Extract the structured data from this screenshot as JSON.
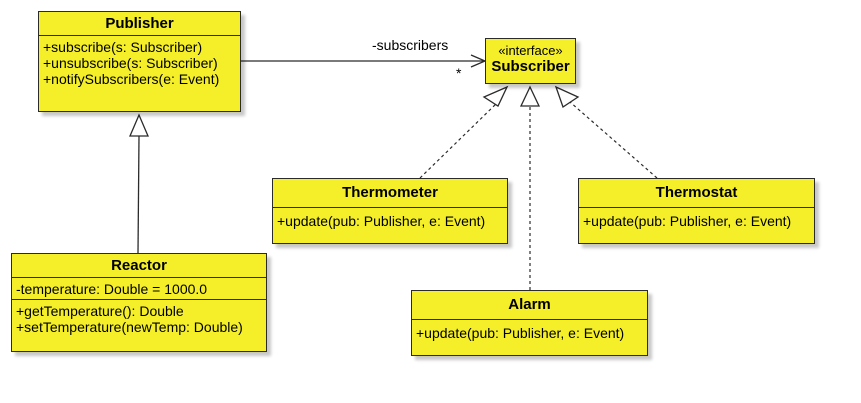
{
  "classes": {
    "publisher": {
      "name": "Publisher",
      "methods": [
        "+subscribe(s: Subscriber)",
        "+unsubscribe(s: Subscriber)",
        "+notifySubscribers(e: Event)"
      ]
    },
    "subscriber": {
      "stereotype": "«interface»",
      "name": "Subscriber"
    },
    "reactor": {
      "name": "Reactor",
      "attributes": [
        "-temperature: Double = 1000.0"
      ],
      "methods": [
        "+getTemperature(): Double",
        "+setTemperature(newTemp: Double)"
      ]
    },
    "thermometer": {
      "name": "Thermometer",
      "methods": [
        "+update(pub: Publisher, e: Event)"
      ]
    },
    "thermostat": {
      "name": "Thermostat",
      "methods": [
        "+update(pub: Publisher, e: Event)"
      ]
    },
    "alarm": {
      "name": "Alarm",
      "methods": [
        "+update(pub: Publisher, e: Event)"
      ]
    }
  },
  "relations": {
    "association_role": "-subscribers",
    "association_multiplicity": "*"
  },
  "colors": {
    "class_fill": "#f5ef2a",
    "line": "#2b2b2b"
  }
}
